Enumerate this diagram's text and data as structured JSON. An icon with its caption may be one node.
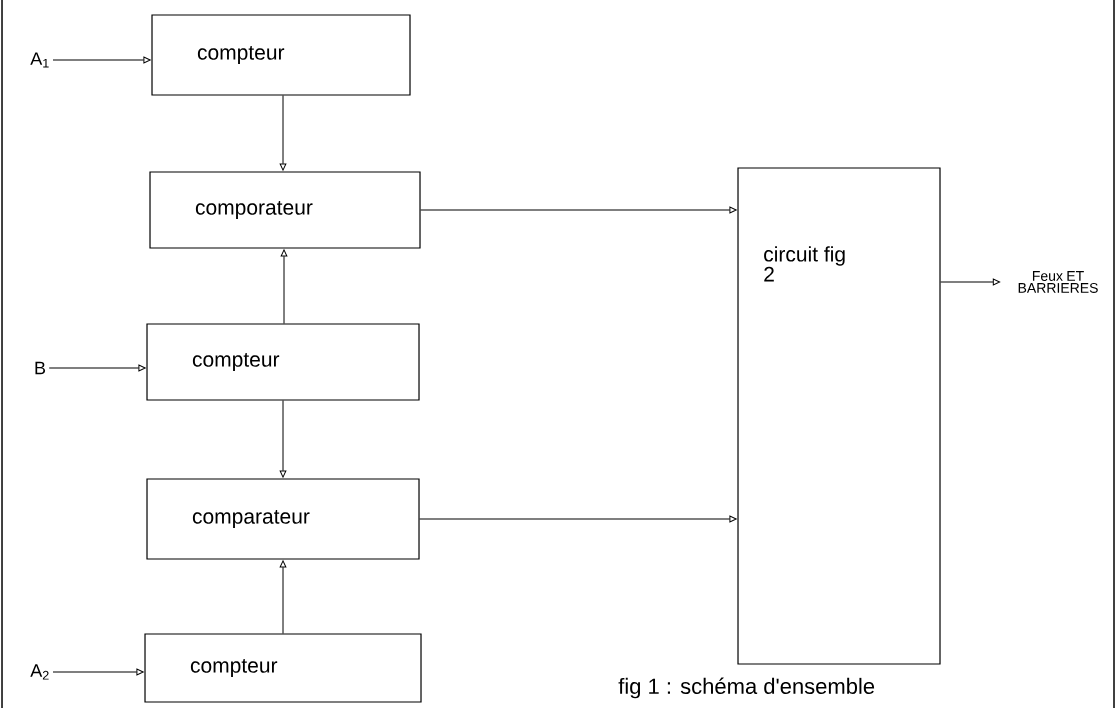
{
  "diagram": {
    "caption": "fig 1 : schéma d'ensemble",
    "nodes": [
      {
        "text": [
          "A$_{1}$"
        ]
      },
      {
        "text": [
          "compteur"
        ]
      },
      {
        "text": [
          "comporateur"
        ]
      },
      {
        "text": [
          "B"
        ]
      },
      {
        "text": [
          "compteur"
        ]
      },
      {
        "text": [
          "comparateur"
        ]
      },
      {
        "text": [
          "A$_{2}$"
        ]
      },
      {
        "text": [
          "compteur"
        ]
      },
      {
        "text": [
          "circuit fig 2"
        ]
      },
      {
        "text": [
          "Feux ET BARRIERES"
        ]
      }
    ],
    "edges": [
      {
        "from": 0,
        "to": 1,
        "arrow": "to"
      },
      {
        "from": 1,
        "to": 2,
        "arrow": "to"
      },
      {
        "from": 4,
        "to": 2,
        "arrow": "to"
      },
      {
        "from": 3,
        "to": 4,
        "arrow": "to"
      },
      {
        "from": 4,
        "to": 5,
        "arrow": "to"
      },
      {
        "from": 7,
        "to": 5,
        "arrow": "to"
      },
      {
        "from": 6,
        "to": 7,
        "arrow": "to"
      },
      {
        "from": 2,
        "to": 8,
        "arrow": "to"
      },
      {
        "from": 5,
        "to": 8,
        "arrow": "to"
      },
      {
        "from": 8,
        "to": 9,
        "arrow": "to"
      }
    ]
  }
}
